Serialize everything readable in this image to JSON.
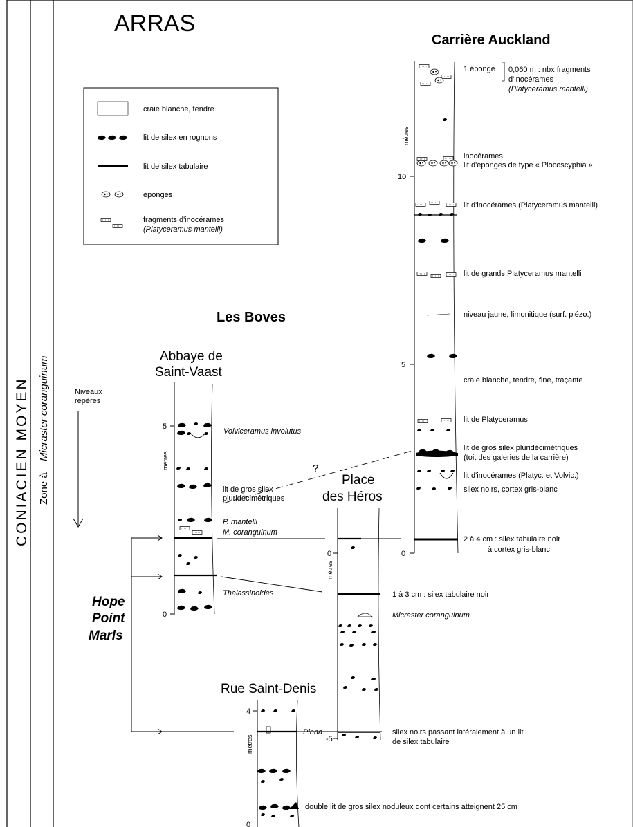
{
  "city": "ARRAS",
  "stage_banner": {
    "stage": "CONIACIEN  MOYEN",
    "zone": "Zone à",
    "zone_species": "Micraster  coranguinum"
  },
  "niveaux_reperes": [
    "Niveaux",
    "repères"
  ],
  "hope_point": [
    "Hope",
    "Point",
    "Marls"
  ],
  "les_boves": "Les Boves",
  "legend": {
    "items": [
      {
        "symbol": "chalk-box-icon",
        "label": "craie blanche, tendre"
      },
      {
        "symbol": "flint-nodules-icon",
        "label": "lit de silex en rognons"
      },
      {
        "symbol": "tabular-flint-icon",
        "label": "lit de silex tabulaire"
      },
      {
        "symbol": "sponges-icon",
        "label": "éponges"
      },
      {
        "symbol": "inoceram-fragments-icon",
        "label": "fragments d'inocérames",
        "label2": "(Platyceramus mantelli)"
      }
    ]
  },
  "sections": {
    "auckland": {
      "title": "Carrière Auckland",
      "unit": "mètres",
      "ticks": [
        "0",
        "5",
        "10"
      ],
      "notes": [
        "1 éponge",
        "0,060 m : nbx fragments",
        "d'inocérames",
        "(Platyceramus mantelli)",
        "inocérames",
        "lit d'éponges de type « Plocoscyphia »",
        "lit d'inocérames (Platyceramus mantelli)",
        "lit de grands Platyceramus mantelli",
        "niveau jaune, limonitique (surf. piézo.)",
        "craie blanche, tendre, fine, traçante",
        "lit de Platyceramus",
        "lit de gros silex pluridécimétriques",
        "(toit des galeries de la carrière)",
        "lit d'inocérames (Platyc. et Volvic.)",
        "silex noirs, cortex gris-blanc",
        "2 à 4 cm : silex tabulaire noir",
        "à cortex gris-blanc"
      ]
    },
    "abbaye": {
      "title": [
        "Abbaye de",
        "Saint-Vaast"
      ],
      "unit": "mètres",
      "ticks": [
        "0",
        "5"
      ],
      "notes": [
        "Volviceramus involutus",
        "lit de gros silex",
        "pluridécimétriques",
        "P. mantelli",
        "M. coranguinum",
        "Thalassinoides"
      ]
    },
    "place": {
      "title": [
        "Place",
        "des Héros"
      ],
      "unit": "mètres",
      "ticks": [
        "0",
        "-5"
      ],
      "notes": [
        "1 à 3 cm : silex tabulaire noir",
        "Micraster coranguinum",
        "silex noirs passant latéralement à un lit",
        "de silex tabulaire"
      ]
    },
    "rue": {
      "title": "Rue Saint-Denis",
      "unit": "mètres",
      "ticks": [
        "4",
        "0"
      ],
      "notes": [
        "Pinna",
        "double lit de gros silex noduleux dont certains atteignent 25 cm"
      ]
    }
  },
  "question_mark": "?"
}
